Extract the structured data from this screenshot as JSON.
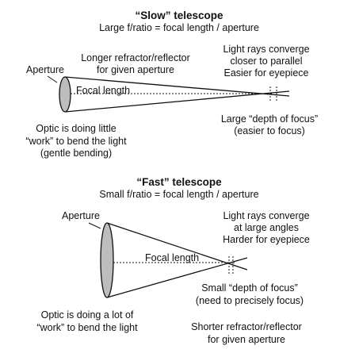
{
  "slow": {
    "title": "“Slow” telescope",
    "subtitle": "Large f/ratio = focal length / aperture",
    "aperture_label": "Aperture",
    "tube_note_1": "Longer refractor/reflector",
    "tube_note_2": "for given aperture",
    "focal_label": "Focal length",
    "rays_1": "Light rays converge",
    "rays_2": "closer to parallel",
    "rays_3": "Easier for eyepiece",
    "optic_1": "Optic is doing little",
    "optic_2": "“work” to bend the light",
    "optic_3": "(gentle bending)",
    "dof_1": "Large “depth of focus”",
    "dof_2": "(easier to focus)"
  },
  "fast": {
    "title": "“Fast” telescope",
    "subtitle": "Small f/ratio = focal length / aperture",
    "aperture_label": "Aperture",
    "focal_label": "Focal length",
    "rays_1": "Light rays converge",
    "rays_2": "at large angles",
    "rays_3": "Harder for eyepiece",
    "dof_1": "Small “depth of focus”",
    "dof_2": "(need to precisely focus)",
    "optic_1": "Optic is doing a lot of",
    "optic_2": "“work” to bend the light",
    "tube_note_1": "Shorter refractor/reflector",
    "tube_note_2": "for given aperture"
  }
}
